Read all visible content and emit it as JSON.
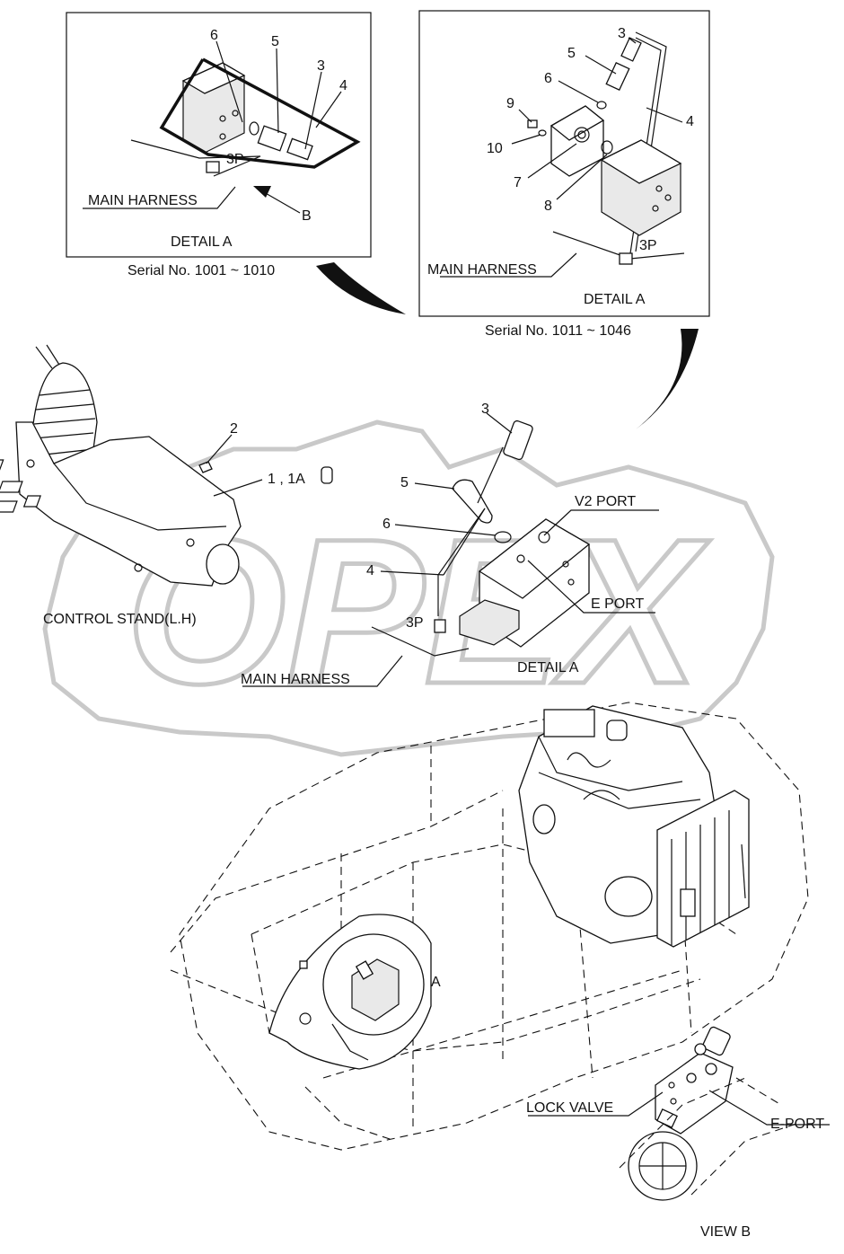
{
  "watermark": "OPEX",
  "detail_a_1": {
    "callouts": [
      "6",
      "5",
      "3",
      "4"
    ],
    "connector": "3P",
    "harness": "MAIN HARNESS",
    "view_arrow": "B",
    "title": "DETAIL  A",
    "serial": "Serial No. 1001 ~ 1010"
  },
  "detail_a_2": {
    "callouts": [
      "3",
      "5",
      "6",
      "4",
      "9",
      "10",
      "7",
      "8"
    ],
    "connector": "3P",
    "harness": "MAIN HARNESS",
    "title": "DETAIL  A",
    "serial": "Serial No. 1011 ~ 1046"
  },
  "control_stand": {
    "label": "CONTROL STAND(L.H)",
    "callout_2": "2",
    "callout_1": "1 , 1A"
  },
  "main_detail": {
    "callouts": [
      "3",
      "5",
      "6",
      "4"
    ],
    "v2_port": "V2 PORT",
    "e_port": "E PORT",
    "connector": "3P",
    "harness": "MAIN HARNESS",
    "title": "DETAIL  A"
  },
  "machine": {
    "detail_ref": "A"
  },
  "view_b": {
    "lock_valve": "LOCK VALVE",
    "e_port": "E-PORT",
    "title": "VIEW  B"
  }
}
